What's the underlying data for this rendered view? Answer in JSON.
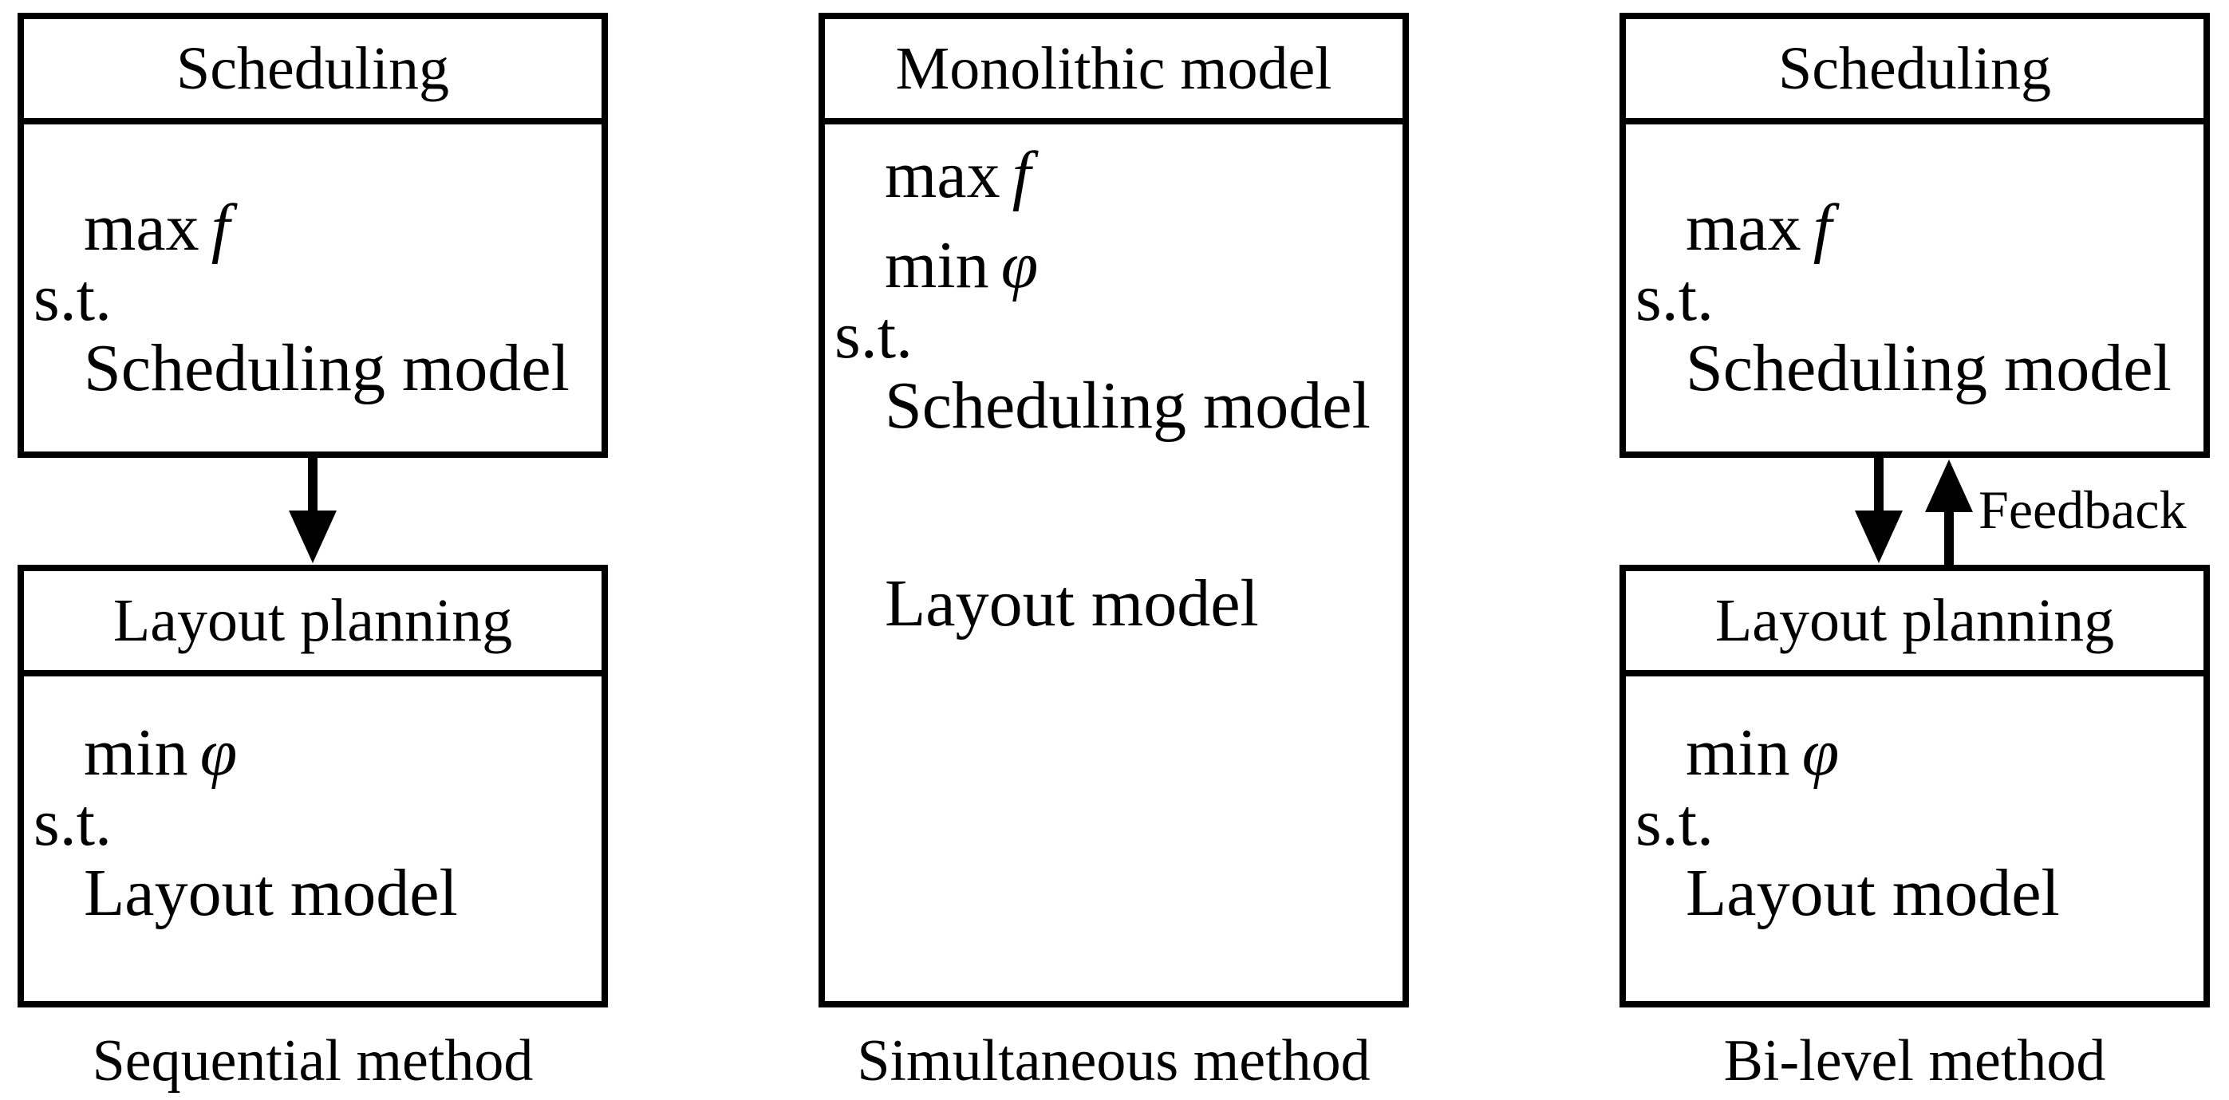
{
  "diagram": {
    "colors": {
      "line": "#000000",
      "background": "#ffffff",
      "text": "#000000"
    },
    "columns": [
      {
        "caption": "Sequential method",
        "boxes": [
          {
            "header": "Scheduling",
            "lines": [
              {
                "text": "max",
                "variable": "f"
              },
              {
                "text": "s.t.",
                "variable": ""
              },
              {
                "text": "Scheduling model",
                "variable": ""
              }
            ]
          },
          {
            "header": "Layout planning",
            "lines": [
              {
                "text": "min",
                "variable": "φ"
              },
              {
                "text": "s.t.",
                "variable": ""
              },
              {
                "text": "Layout model",
                "variable": ""
              }
            ]
          }
        ],
        "connector": {
          "down_arrow": true,
          "up_arrow": false,
          "label": ""
        }
      },
      {
        "caption": "Simultaneous method",
        "boxes": [
          {
            "header": "Monolithic model",
            "lines": [
              {
                "text": "max",
                "variable": "f"
              },
              {
                "text": "min",
                "variable": "φ"
              },
              {
                "text": "s.t.",
                "variable": ""
              },
              {
                "text": "Scheduling model",
                "variable": ""
              },
              {
                "text": "Layout model",
                "variable": ""
              }
            ]
          }
        ],
        "connector": {
          "down_arrow": false,
          "up_arrow": false,
          "label": ""
        }
      },
      {
        "caption": "Bi-level method",
        "boxes": [
          {
            "header": "Scheduling",
            "lines": [
              {
                "text": "max",
                "variable": "f"
              },
              {
                "text": "s.t.",
                "variable": ""
              },
              {
                "text": "Scheduling model",
                "variable": ""
              }
            ]
          },
          {
            "header": "Layout planning",
            "lines": [
              {
                "text": "min",
                "variable": "φ"
              },
              {
                "text": "s.t.",
                "variable": ""
              },
              {
                "text": "Layout model",
                "variable": ""
              }
            ]
          }
        ],
        "connector": {
          "down_arrow": true,
          "up_arrow": true,
          "label": "Feedback"
        }
      }
    ]
  }
}
